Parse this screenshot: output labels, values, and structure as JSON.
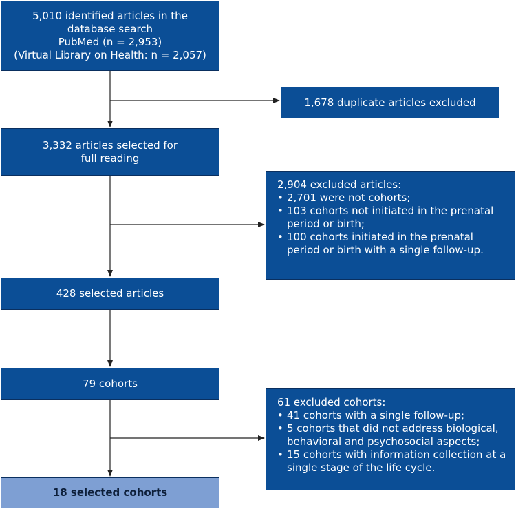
{
  "boxes": {
    "identified": {
      "lines": [
        "5,010 identified articles in the",
        "database search",
        "PubMed (n = 2,953)",
        "(Virtual Library on Health: n = 2,057)"
      ]
    },
    "duplicates": {
      "text": "1,678 duplicate articles excluded"
    },
    "full_reading": {
      "lines": [
        "3,332 articles selected for",
        "full reading"
      ]
    },
    "excluded_articles": {
      "title": "2,904 excluded articles:",
      "items": [
        "2,701 were not cohorts;",
        "103 cohorts not initiated in the prenatal period or birth;",
        "100 cohorts initiated in the prenatal period or birth with a single follow-up."
      ]
    },
    "selected_articles": {
      "text": "428 selected articles"
    },
    "cohorts": {
      "text": "79 cohorts"
    },
    "excluded_cohorts": {
      "title": "61 excluded cohorts:",
      "items": [
        "41 cohorts with a single follow-up;",
        "5 cohorts that did not address biological, behavioral and psychosocial aspects;",
        "15 cohorts with information collection at a single stage of the life cycle."
      ]
    },
    "final": {
      "text": "18 selected cohorts"
    }
  },
  "colors": {
    "box_fill": "#0b4e96",
    "box_border": "#0a2f5f",
    "final_fill": "#7e9fd3",
    "arrow": "#222222"
  }
}
